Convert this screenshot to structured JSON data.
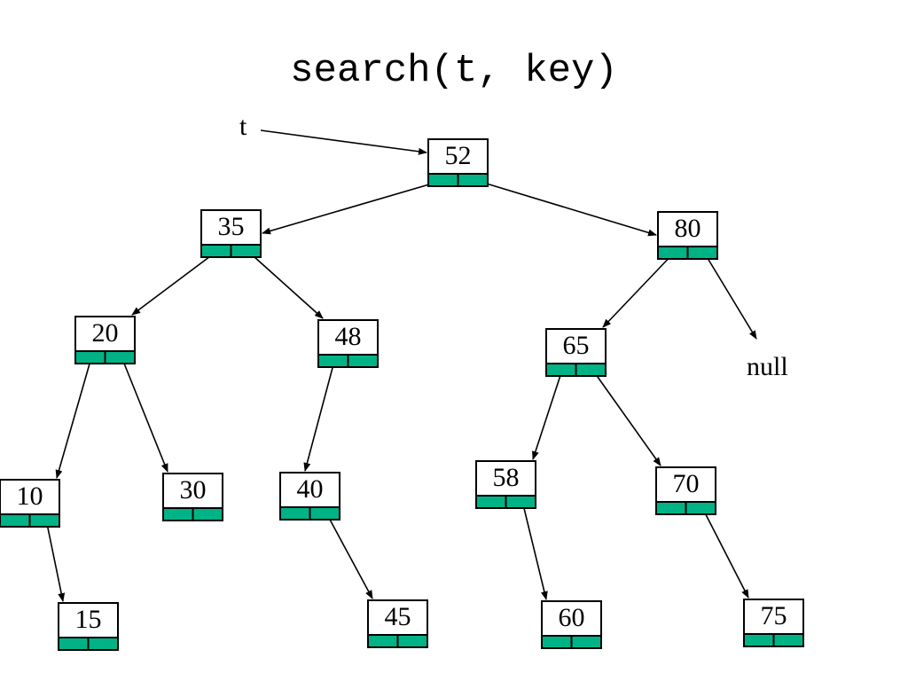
{
  "title": "search(t, key)",
  "root_pointer_label": "t",
  "null_label": "null",
  "colors": {
    "pointer_field": "#00b386",
    "stroke": "#000000",
    "background": "#ffffff"
  },
  "tree": {
    "nodes": [
      {
        "id": "n52",
        "key": "52"
      },
      {
        "id": "n35",
        "key": "35"
      },
      {
        "id": "n80",
        "key": "80"
      },
      {
        "id": "n20",
        "key": "20"
      },
      {
        "id": "n48",
        "key": "48"
      },
      {
        "id": "n65",
        "key": "65"
      },
      {
        "id": "n10",
        "key": "10"
      },
      {
        "id": "n30",
        "key": "30"
      },
      {
        "id": "n40",
        "key": "40"
      },
      {
        "id": "n58",
        "key": "58"
      },
      {
        "id": "n70",
        "key": "70"
      },
      {
        "id": "n15",
        "key": "15"
      },
      {
        "id": "n45",
        "key": "45"
      },
      {
        "id": "n60",
        "key": "60"
      },
      {
        "id": "n75",
        "key": "75"
      }
    ],
    "edges": [
      {
        "from": "n52",
        "to": "n35",
        "side": "left"
      },
      {
        "from": "n52",
        "to": "n80",
        "side": "right"
      },
      {
        "from": "n35",
        "to": "n20",
        "side": "left"
      },
      {
        "from": "n35",
        "to": "n48",
        "side": "right"
      },
      {
        "from": "n80",
        "to": "n65",
        "side": "left"
      },
      {
        "from": "n80",
        "to": "null",
        "side": "right"
      },
      {
        "from": "n20",
        "to": "n10",
        "side": "left"
      },
      {
        "from": "n20",
        "to": "n30",
        "side": "right"
      },
      {
        "from": "n48",
        "to": "n40",
        "side": "left"
      },
      {
        "from": "n65",
        "to": "n58",
        "side": "left"
      },
      {
        "from": "n65",
        "to": "n70",
        "side": "right"
      },
      {
        "from": "n10",
        "to": "n15",
        "side": "right"
      },
      {
        "from": "n40",
        "to": "n45",
        "side": "right"
      },
      {
        "from": "n58",
        "to": "n60",
        "side": "right"
      },
      {
        "from": "n70",
        "to": "n75",
        "side": "right"
      }
    ]
  }
}
